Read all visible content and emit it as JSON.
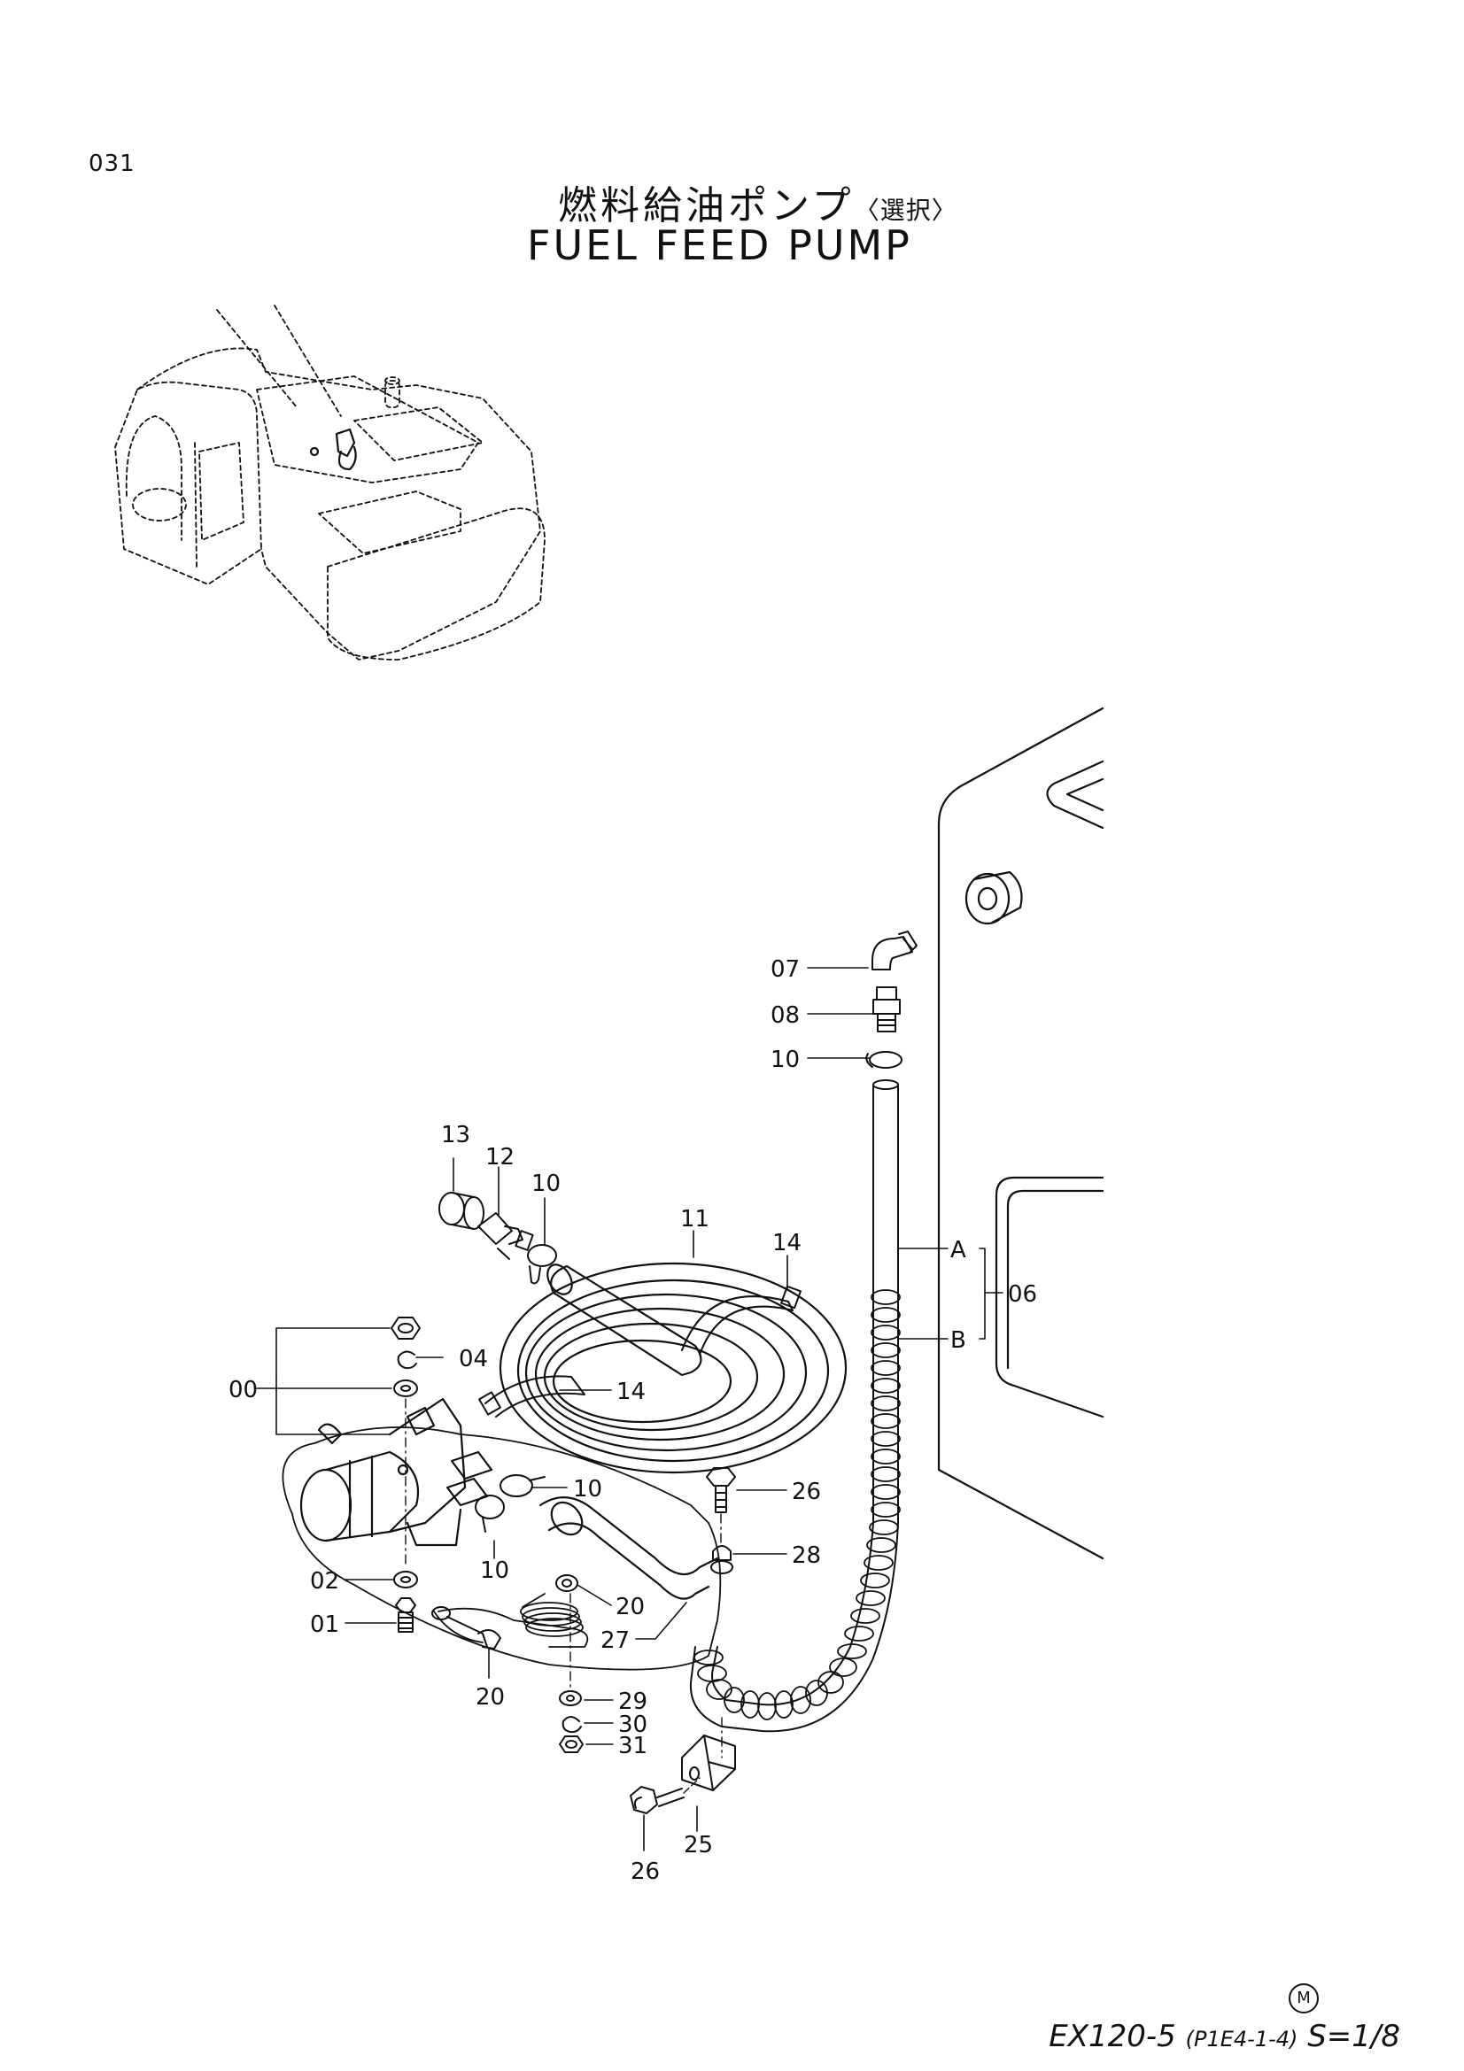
{
  "page_number": "031",
  "title_jp": "燃料給油ポンプ",
  "title_jp_sub": "〈選択〉",
  "title_en": "FUEL  FEED  PUMP",
  "mark": "M",
  "footer": {
    "model": "EX120-5",
    "ref": "(P1E4-1-4)",
    "scale": "S=1/8"
  },
  "part_labels": {
    "p00": "00",
    "p01": "01",
    "p02": "02",
    "p04": "04",
    "p06": "06",
    "p07": "07",
    "p08": "08",
    "p10a": "10",
    "p10b": "10",
    "p10c": "10",
    "p10d": "10",
    "p11": "11",
    "p12": "12",
    "p13": "13",
    "p14a": "14",
    "p14b": "14",
    "p20a": "20",
    "p20b": "20",
    "p25": "25",
    "p26a": "26",
    "p26b": "26",
    "p27": "27",
    "p28": "28",
    "p29": "29",
    "p30": "30",
    "p31": "31",
    "mA": "A",
    "mB": "B"
  }
}
